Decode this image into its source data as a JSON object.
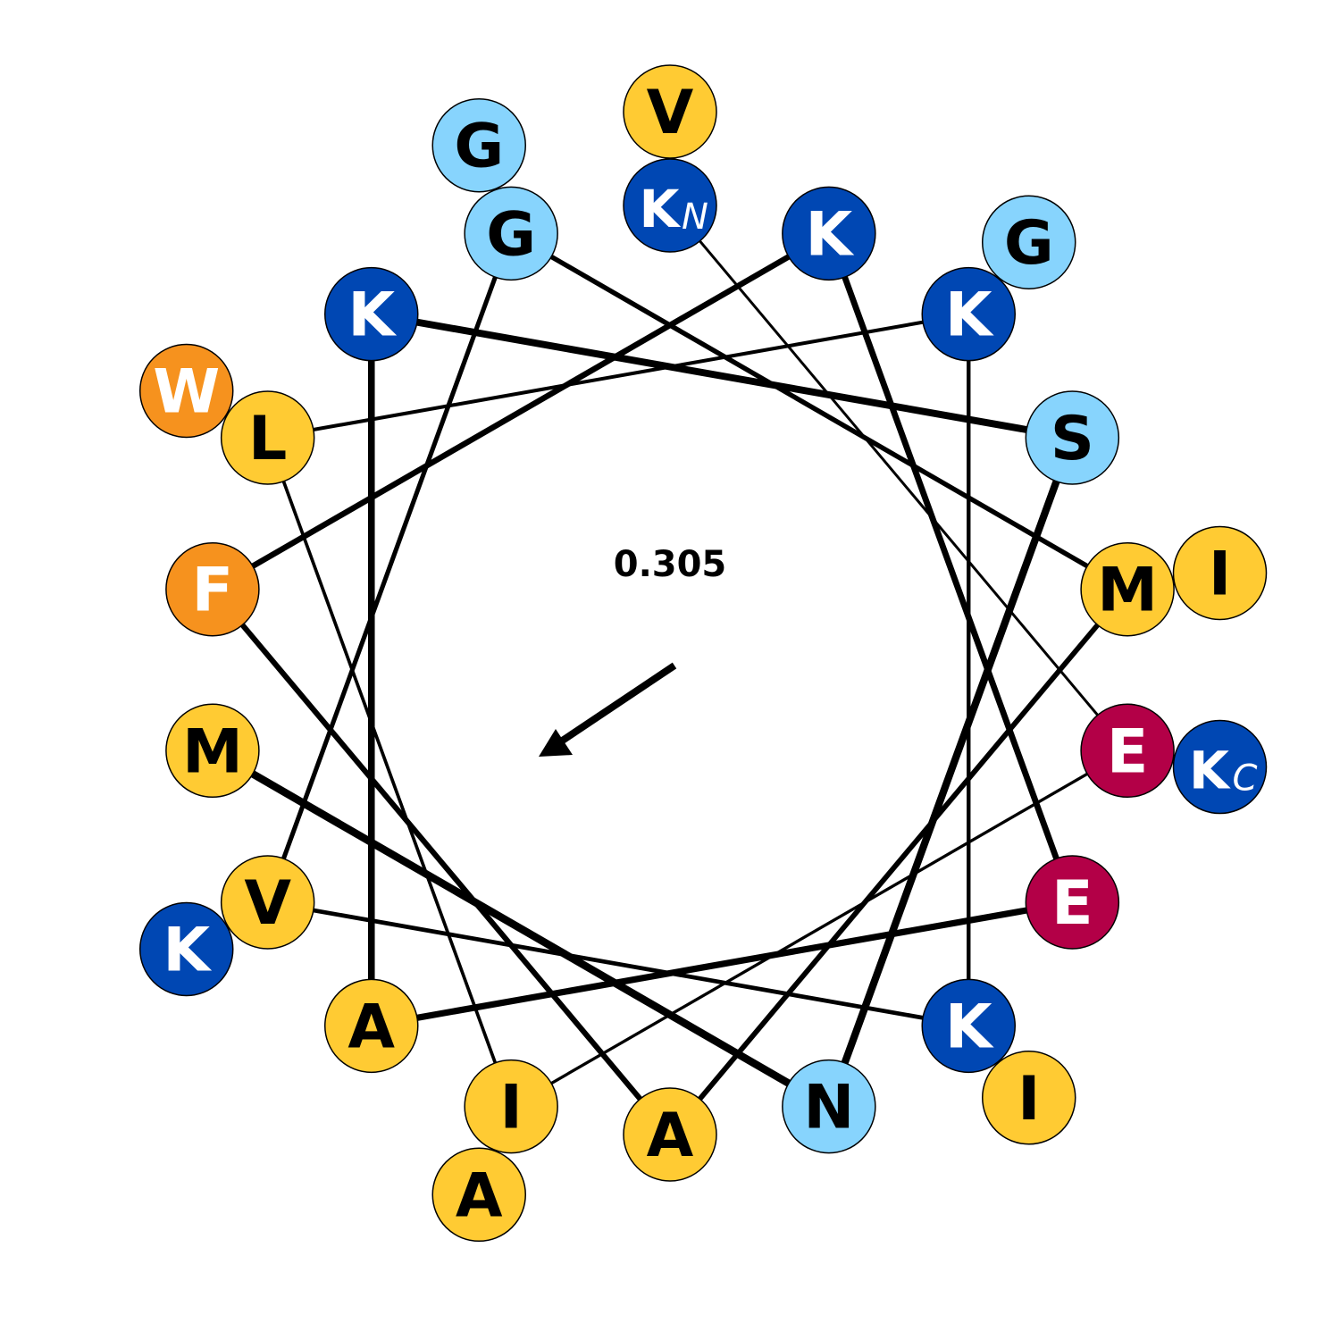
{
  "colors": {
    "hydrophobic": "#ffcb33",
    "aromatic": "#f6921e",
    "polar": "#87d4fd",
    "positive": "#0047b3",
    "negative": "#b30047",
    "edge": "#000000"
  },
  "hydrophobic_moment": "0.305",
  "moment_direction_icon": "arrow-icon",
  "sequence_note": "K at N-terminus, K at C-terminus",
  "inner_ring": [
    {
      "letter": "K",
      "sub": "N",
      "cls": "positive"
    },
    {
      "letter": "E",
      "sub": "",
      "cls": "negative"
    },
    {
      "letter": "I",
      "sub": "",
      "cls": "hydrophobic"
    },
    {
      "letter": "L",
      "sub": "",
      "cls": "hydrophobic"
    },
    {
      "letter": "K",
      "sub": "",
      "cls": "positive"
    },
    {
      "letter": "K",
      "sub": "",
      "cls": "positive"
    },
    {
      "letter": "V",
      "sub": "",
      "cls": "hydrophobic"
    },
    {
      "letter": "G",
      "sub": "",
      "cls": "polar"
    },
    {
      "letter": "M",
      "sub": "",
      "cls": "hydrophobic"
    },
    {
      "letter": "A",
      "sub": "",
      "cls": "hydrophobic"
    },
    {
      "letter": "F",
      "sub": "",
      "cls": "aromatic"
    },
    {
      "letter": "K",
      "sub": "",
      "cls": "positive"
    },
    {
      "letter": "E",
      "sub": "",
      "cls": "negative"
    },
    {
      "letter": "A",
      "sub": "",
      "cls": "hydrophobic"
    },
    {
      "letter": "K",
      "sub": "",
      "cls": "positive"
    },
    {
      "letter": "S",
      "sub": "",
      "cls": "polar"
    },
    {
      "letter": "N",
      "sub": "",
      "cls": "polar"
    },
    {
      "letter": "M",
      "sub": "",
      "cls": "hydrophobic"
    }
  ],
  "outer_ring": [
    {
      "letter": "V",
      "sub": "",
      "cls": "hydrophobic"
    },
    {
      "letter": "K",
      "sub": "C",
      "cls": "positive"
    },
    {
      "letter": "A",
      "sub": "",
      "cls": "hydrophobic"
    },
    {
      "letter": "W",
      "sub": "",
      "cls": "aromatic"
    },
    {
      "letter": "G",
      "sub": "",
      "cls": "polar"
    },
    {
      "letter": "I",
      "sub": "",
      "cls": "hydrophobic"
    },
    {
      "letter": "K",
      "sub": "",
      "cls": "positive"
    },
    {
      "letter": "G",
      "sub": "",
      "cls": "polar"
    },
    {
      "letter": "I",
      "sub": "",
      "cls": "hydrophobic"
    }
  ]
}
